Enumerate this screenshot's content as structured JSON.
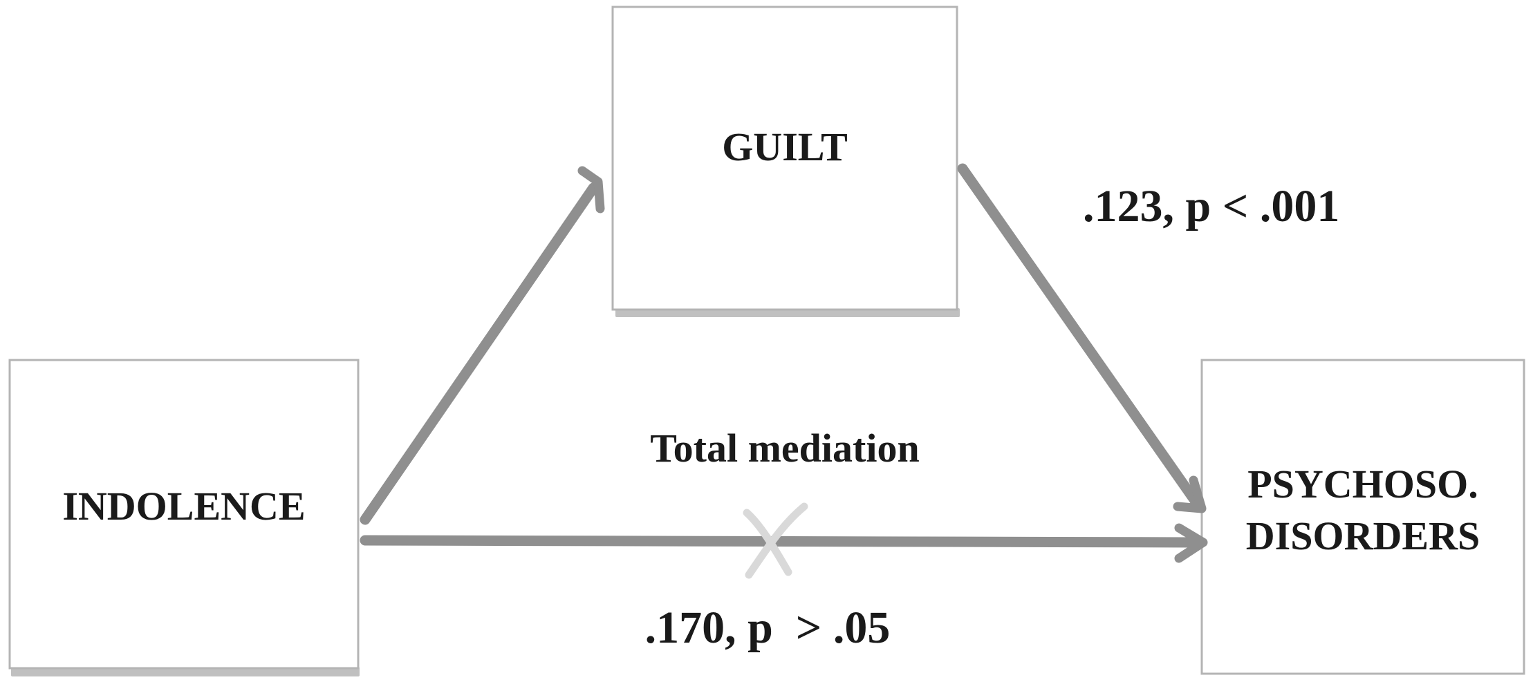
{
  "nodes": {
    "guilt": {
      "label": "GUILT"
    },
    "indolence": {
      "label": "INDOLENCE"
    },
    "psychoso": {
      "label_line1": "PSYCHOSO.",
      "label_line2": "DISORDERS"
    }
  },
  "edges": {
    "guilt_to_disorders": {
      "label": ".123, p < .001"
    },
    "indolence_to_disorders": {
      "label": ".170, p  > .05",
      "status": "non-significant (crossed out)"
    }
  },
  "annotations": {
    "mediation": "Total mediation"
  },
  "colors": {
    "arrow": "#8f8f8f",
    "box_border": "#b4b4b4",
    "text": "#1a1a1a",
    "cross": "#d9d9d9"
  }
}
